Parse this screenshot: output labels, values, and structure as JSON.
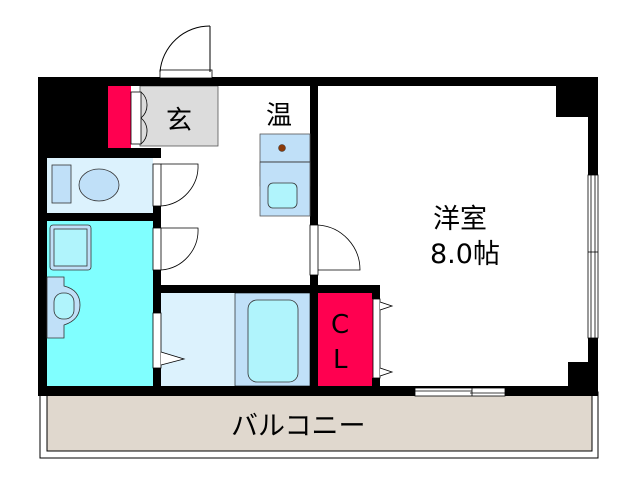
{
  "floor_plan": {
    "rooms": [
      {
        "id": "entrance",
        "label": "玄",
        "color": "#dcdcdc"
      },
      {
        "id": "water_heater",
        "label": "温",
        "color": "#ffffff"
      },
      {
        "id": "western_room",
        "label": "洋室",
        "size": "8.0帖",
        "color": "#ffffff"
      },
      {
        "id": "closet",
        "label_line1": "C",
        "label_line2": "L",
        "color": "#ff0050"
      },
      {
        "id": "balcony",
        "label": "バルコニー",
        "color": "#e0d8ce"
      },
      {
        "id": "toilet",
        "label": "",
        "color": "#dcf2fd"
      },
      {
        "id": "washroom",
        "label": "",
        "color": "#80ffff"
      },
      {
        "id": "bathroom",
        "label": "",
        "color": "#dcf2fd"
      },
      {
        "id": "kitchen",
        "label": "",
        "color": "#c0e0f8"
      }
    ],
    "colors": {
      "wall": "#000000",
      "shoe_box": "#ff0050",
      "fixture_blue": "#c0e0f8",
      "fixture_light": "#b0f4fc",
      "stove_dot": "#8b3a0a"
    }
  }
}
